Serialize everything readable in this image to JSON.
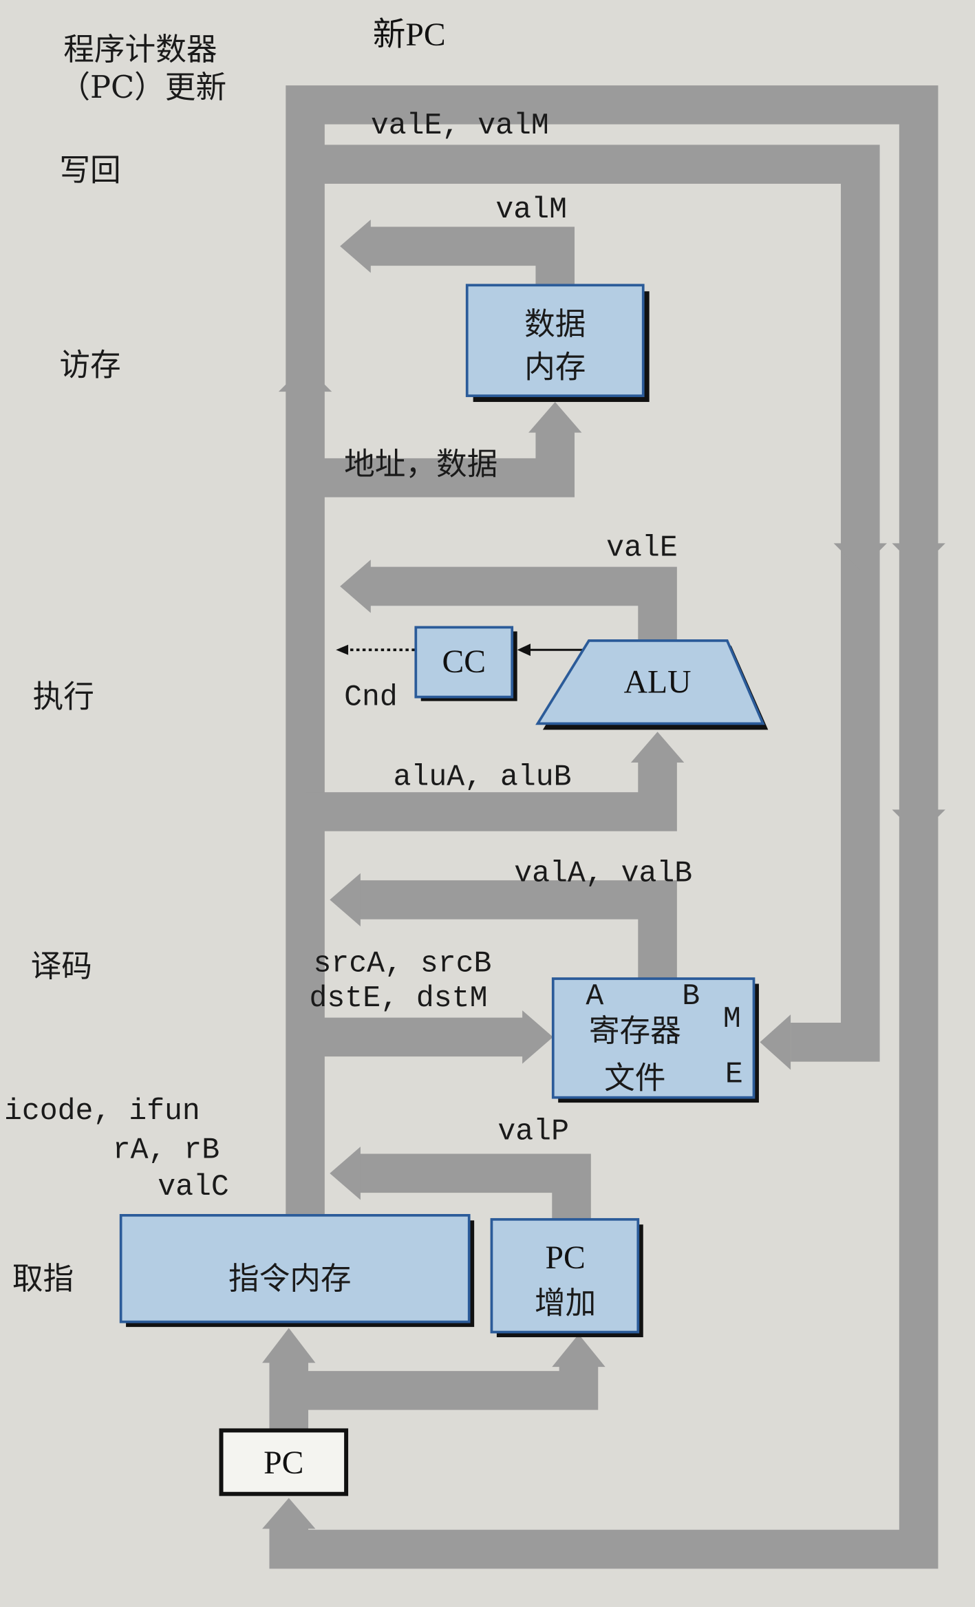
{
  "stages": {
    "pc_update_line1": "程序计数器",
    "pc_update_line2": "（PC）更新",
    "writeback": "写回",
    "memory": "访存",
    "execute": "执行",
    "decode": "译码",
    "fetch": "取指"
  },
  "signals": {
    "new_pc": "新PC",
    "valE_valM": "valE, valM",
    "valM": "valM",
    "addr_data": "地址，数据",
    "valE": "valE",
    "cnd": "Cnd",
    "aluA_aluB": "aluA, aluB",
    "valA_valB": "valA, valB",
    "srcA_srcB": "srcA, srcB",
    "dstE_dstM": "dstE, dstM",
    "icode_ifun": "icode, ifun",
    "rA_rB": "rA, rB",
    "valC": "valC",
    "valP": "valP"
  },
  "blocks": {
    "data_memory_line1": "数据",
    "data_memory_line2": "内存",
    "cc": "CC",
    "alu": "ALU",
    "regfile_line1": "寄存器",
    "regfile_line2": "文件",
    "regfile_port_a": "A",
    "regfile_port_b": "B",
    "regfile_port_m": "M",
    "regfile_port_e": "E",
    "instr_memory": "指令内存",
    "pc_inc_line1": "PC",
    "pc_inc_line2": "增加",
    "pc": "PC"
  },
  "colors": {
    "band": "#9b9b9b",
    "block_fill": "#b4cde3",
    "block_border": "#2b5b99"
  }
}
